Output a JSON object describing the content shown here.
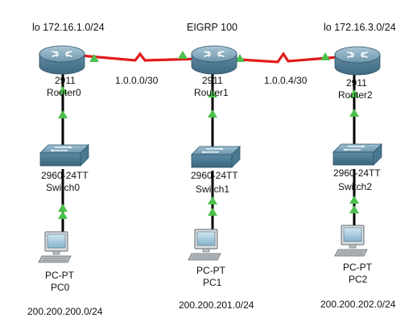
{
  "diagram": {
    "title": "EIGRP 100",
    "colors": {
      "serial_link": "#e11b1b",
      "ethernet_link": "#000000",
      "link_up": "#4cc04c",
      "router_body": "#6f97ad",
      "switch_body": "#6f97ad"
    },
    "routers": [
      {
        "model": "2911",
        "name": "Router0",
        "loopback": "lo 172.16.1.0/24"
      },
      {
        "model": "2911",
        "name": "Router1",
        "loopback": ""
      },
      {
        "model": "2911",
        "name": "Router2",
        "loopback": "lo 172.16.3.0/24"
      }
    ],
    "switches": [
      {
        "model": "2960-24TT",
        "name": "Switch0"
      },
      {
        "model": "2960-24TT",
        "name": "Switch1"
      },
      {
        "model": "2960-24TT",
        "name": "Switch2"
      }
    ],
    "pcs": [
      {
        "model": "PC-PT",
        "name": "PC0",
        "network": "200.200.200.0/24"
      },
      {
        "model": "PC-PT",
        "name": "PC1",
        "network": "200.200.201.0/24"
      },
      {
        "model": "PC-PT",
        "name": "PC2",
        "network": "200.200.202.0/24"
      }
    ],
    "serial_links": [
      {
        "from": "Router0",
        "to": "Router1",
        "network": "1.0.0.0/30"
      },
      {
        "from": "Router1",
        "to": "Router2",
        "network": "1.0.0.4/30"
      }
    ]
  }
}
